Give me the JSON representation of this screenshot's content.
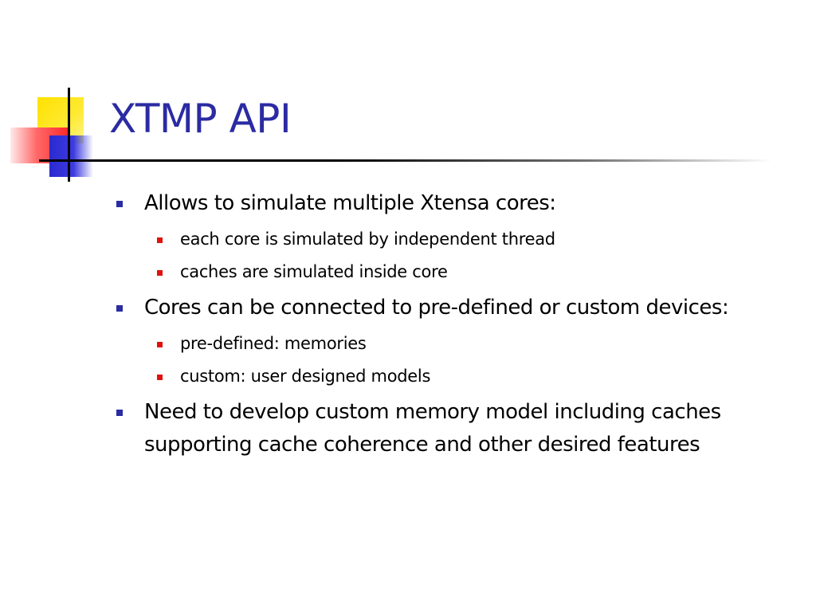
{
  "slide": {
    "title": "XTMP API",
    "colors": {
      "title": "#2b2ba3",
      "bullet_level1": "#2b2ba3",
      "bullet_level2": "#e0120e",
      "deco_yellow": "#ffe100",
      "deco_blue": "#2a2ad0",
      "deco_red": "#ff2a2a"
    },
    "bullets": [
      {
        "text": "Allows to simulate multiple Xtensa cores:",
        "children": [
          "each core is simulated by independent thread",
          "caches are simulated inside core"
        ]
      },
      {
        "text": "Cores can be connected to pre-defined or custom devices:",
        "children": [
          "pre-defined: memories",
          "custom: user designed models"
        ]
      },
      {
        "text": "Need to develop custom memory model including caches supporting cache coherence and other desired features",
        "children": []
      }
    ]
  }
}
